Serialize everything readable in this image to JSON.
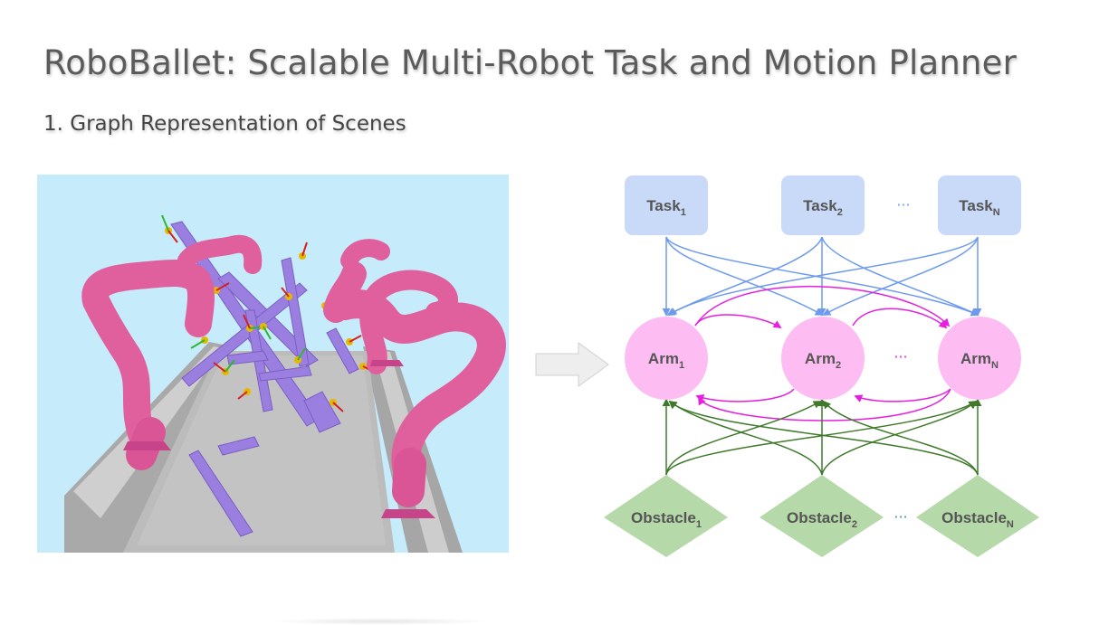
{
  "slide": {
    "title": "RoboBallet: Scalable Multi-Robot Task and Motion Planner",
    "subtitle": "1. Graph Representation of Scenes"
  },
  "scene_image": {
    "description": "Simulated robot workcell: pink robot arms around a gray perforated table with purple beams and coordinate-frame markers",
    "colors": {
      "sky": "#c6ebfb",
      "robot": "#e0609e",
      "beam": "#9b7fe0",
      "table": "#b4b4b4"
    }
  },
  "transition_arrow": {
    "icon": "right-arrow-icon",
    "color": "#eeeeee"
  },
  "graph": {
    "tasks": [
      {
        "label": "Task",
        "sub": "1"
      },
      {
        "label": "Task",
        "sub": "2"
      },
      {
        "label": "Task",
        "sub": "N"
      }
    ],
    "arms": [
      {
        "label": "Arm",
        "sub": "1"
      },
      {
        "label": "Arm",
        "sub": "2"
      },
      {
        "label": "Arm",
        "sub": "N"
      }
    ],
    "obstacles": [
      {
        "label": "Obstacle",
        "sub": "1"
      },
      {
        "label": "Obstacle",
        "sub": "2"
      },
      {
        "label": "Obstacle",
        "sub": "N"
      }
    ],
    "ellipsis": "···",
    "colors": {
      "task_fill": "#c9d9f8",
      "arm_fill": "#fdbdf2",
      "obstacle_fill": "#b5d9a8",
      "task_edge": "#6d9af0",
      "arm_edge": "#e61fe0",
      "obstacle_edge": "#3f7a2a",
      "ellipsis_task": "#6d9af0",
      "ellipsis_arm": "#e61fe0",
      "ellipsis_obstacle": "#3d8fb0"
    }
  }
}
